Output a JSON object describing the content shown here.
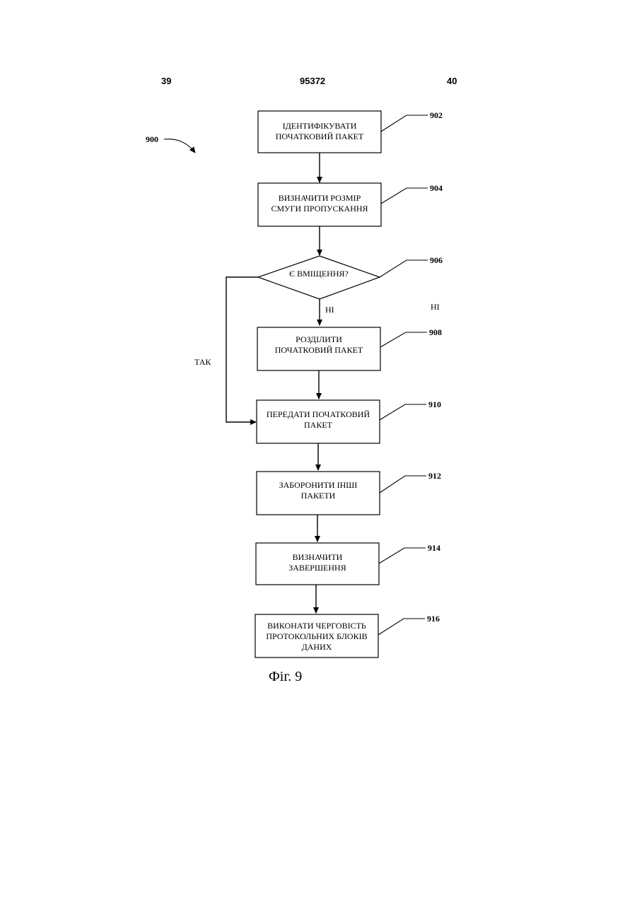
{
  "header": {
    "left_page": "39",
    "patent_number": "95372",
    "right_page": "40"
  },
  "figure_ref": "900",
  "steps": [
    {
      "ref": "902",
      "lines": [
        "ІДЕНТИФІКУВАТИ",
        "ПОЧАТКОВИЙ ПАКЕТ"
      ]
    },
    {
      "ref": "904",
      "lines": [
        "ВИЗНАЧИТИ РОЗМІР",
        "СМУГИ ПРОПУСКАННЯ"
      ]
    },
    {
      "ref": "906",
      "lines": [
        "Є ВМІЩЕННЯ?"
      ]
    },
    {
      "ref": "908",
      "lines": [
        "РОЗДІЛИТИ",
        "ПОЧАТКОВИЙ ПАКЕТ"
      ]
    },
    {
      "ref": "910",
      "lines": [
        "ПЕРЕДАТИ ПОЧАТКОВИЙ",
        "ПАКЕТ"
      ]
    },
    {
      "ref": "912",
      "lines": [
        "ЗАБОРОНИТИ ІНШІ",
        "ПАКЕТИ"
      ]
    },
    {
      "ref": "914",
      "lines": [
        "ВИЗНАЧИТИ",
        "ЗАВЕРШЕННЯ"
      ]
    },
    {
      "ref": "916",
      "lines": [
        "ВИКОНАТИ ЧЕРГОВІСТЬ",
        "ПРОТОКОЛЬНИХ БЛОКІВ",
        "ДАНИХ"
      ]
    }
  ],
  "branch_labels": {
    "no_down": "НІ",
    "no_right": "НІ",
    "yes_left": "ТАК"
  },
  "caption": "Фіг. 9"
}
